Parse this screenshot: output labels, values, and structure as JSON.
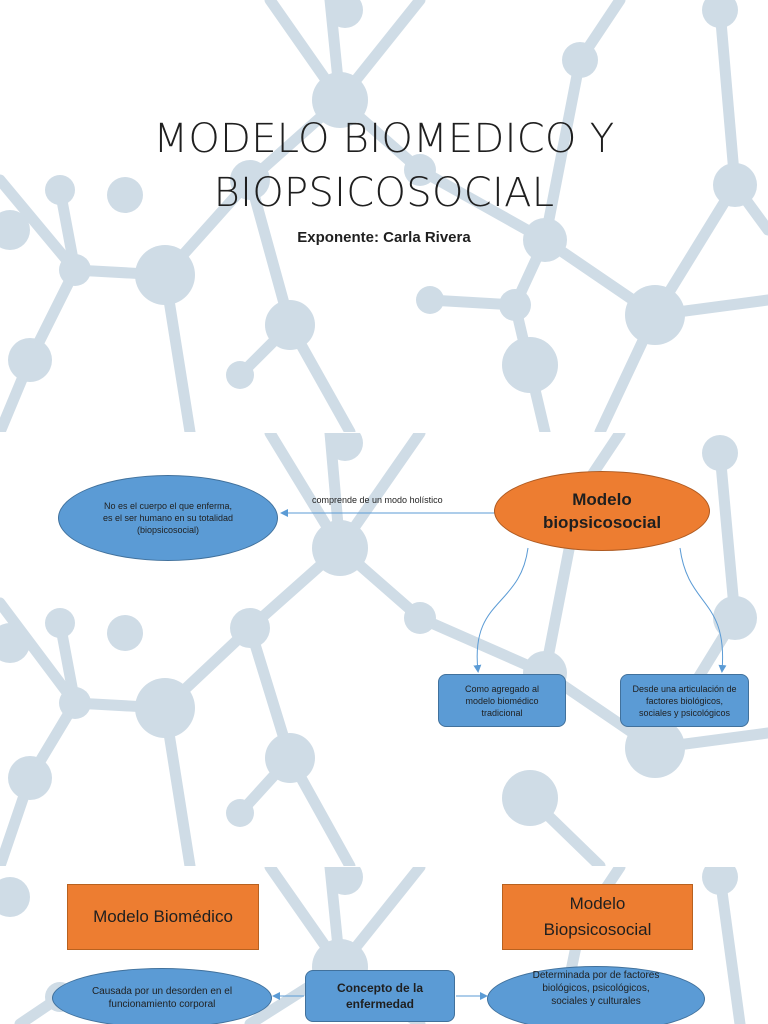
{
  "slide1": {
    "title_line1": "MODELO BIOMEDICO Y",
    "title_line2": "BIOPSICOSOCIAL",
    "subtitle": "Exponente: Carla Rivera"
  },
  "slide2": {
    "center_node": "Modelo biopsicosocial",
    "left_node": "No es el cuerpo el que enferma, es el ser humano en su totalidad (biopsicosocial)",
    "edge_label": "comprende de un modo holístico",
    "bottom_left_node": "Como agregado al modelo biomédico tradicional",
    "bottom_right_node": "Desde una articulación de factores biológicos, sociales y psicológicos"
  },
  "slide3": {
    "left_header": "Modelo Biomédico",
    "right_header": "Modelo Biopsicosocial",
    "center_node": "Concepto de la enfermedad",
    "left_node": "Causada por un desorden en el funcionamiento corporal",
    "right_node": "Determinada por de factores biológicos, psicológicos, sociales y culturales"
  },
  "colors": {
    "blue_fill": "#5b9bd5",
    "orange_fill": "#ed7d31",
    "network_pattern": "#cfdce6"
  }
}
